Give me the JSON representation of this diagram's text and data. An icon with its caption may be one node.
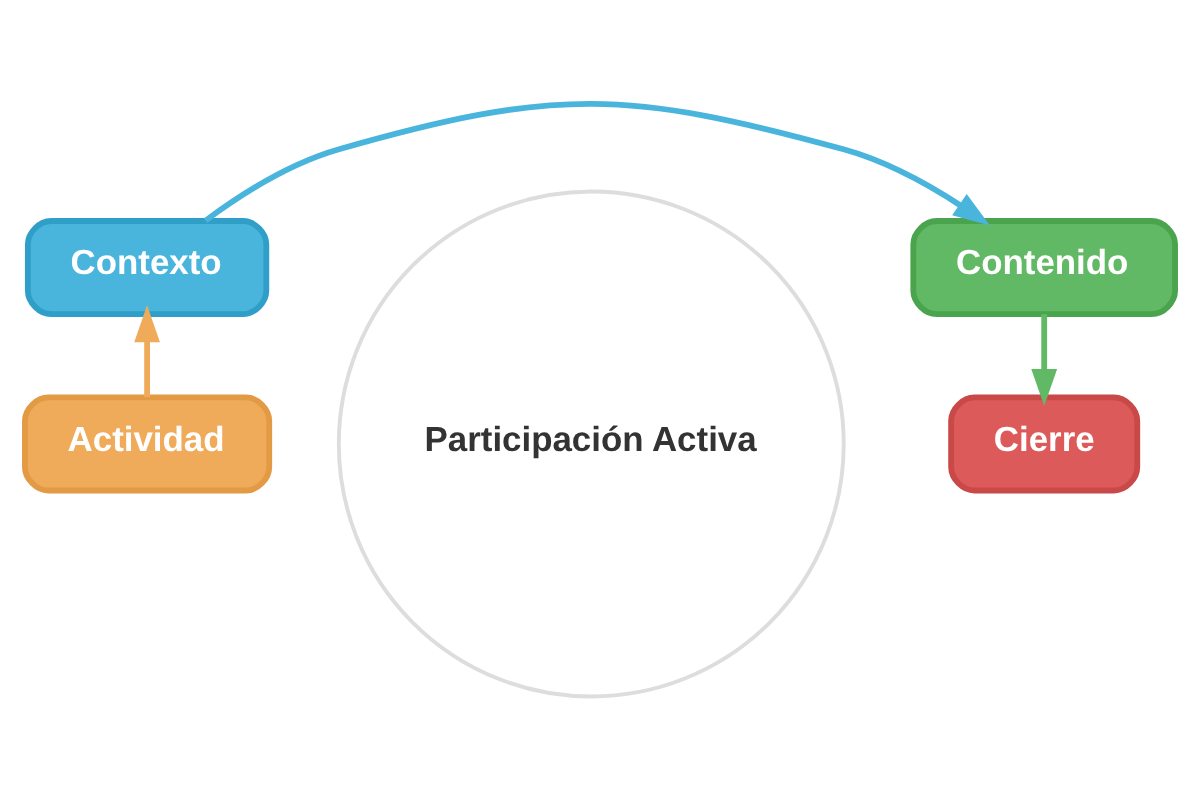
{
  "diagram": {
    "nodes": [
      {
        "text": [
          "Contexto"
        ]
      },
      {
        "text": [
          "Contenido"
        ]
      },
      {
        "text": [
          "Cierre"
        ]
      },
      {
        "text": [
          "Actividad"
        ]
      },
      {
        "text": [
          "Participación Activa"
        ]
      }
    ],
    "edges": [
      {
        "from": 0,
        "to": 1,
        "arrow": "to",
        "color": "#4ab5dc"
      },
      {
        "from": 1,
        "to": 2,
        "arrow": "to",
        "color": "#62b965"
      },
      {
        "from": 3,
        "to": 0,
        "arrow": "to",
        "color": "#f0ab5a"
      }
    ]
  }
}
